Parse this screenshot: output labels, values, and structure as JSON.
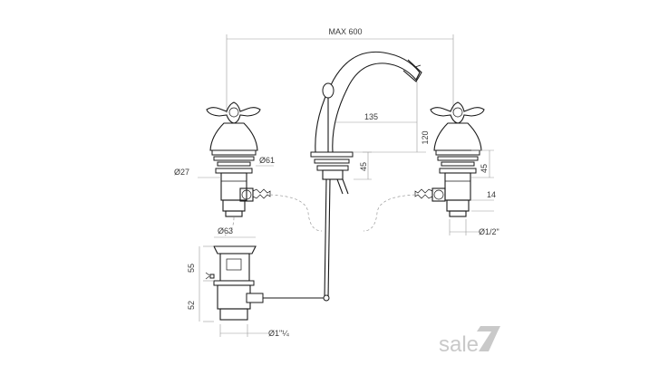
{
  "dimensions": {
    "max_width": "MAX 600",
    "spout_reach": "135",
    "spout_height": "120",
    "body_height_spout": "45",
    "body_height_right": "45",
    "tail_length": "14",
    "thread_right": "Ø1/2\"",
    "flange_diameter": "Ø61",
    "shank_diameter": "Ø27",
    "waste_flange": "Ø63",
    "waste_upper": "55",
    "waste_lower": "52",
    "waste_thread": "Ø1\"¼"
  },
  "branding": {
    "logo_text": "sale"
  },
  "colors": {
    "line": "#1a1a1a",
    "dimension": "#9a9a9a",
    "logo": "#c9c9c9"
  }
}
